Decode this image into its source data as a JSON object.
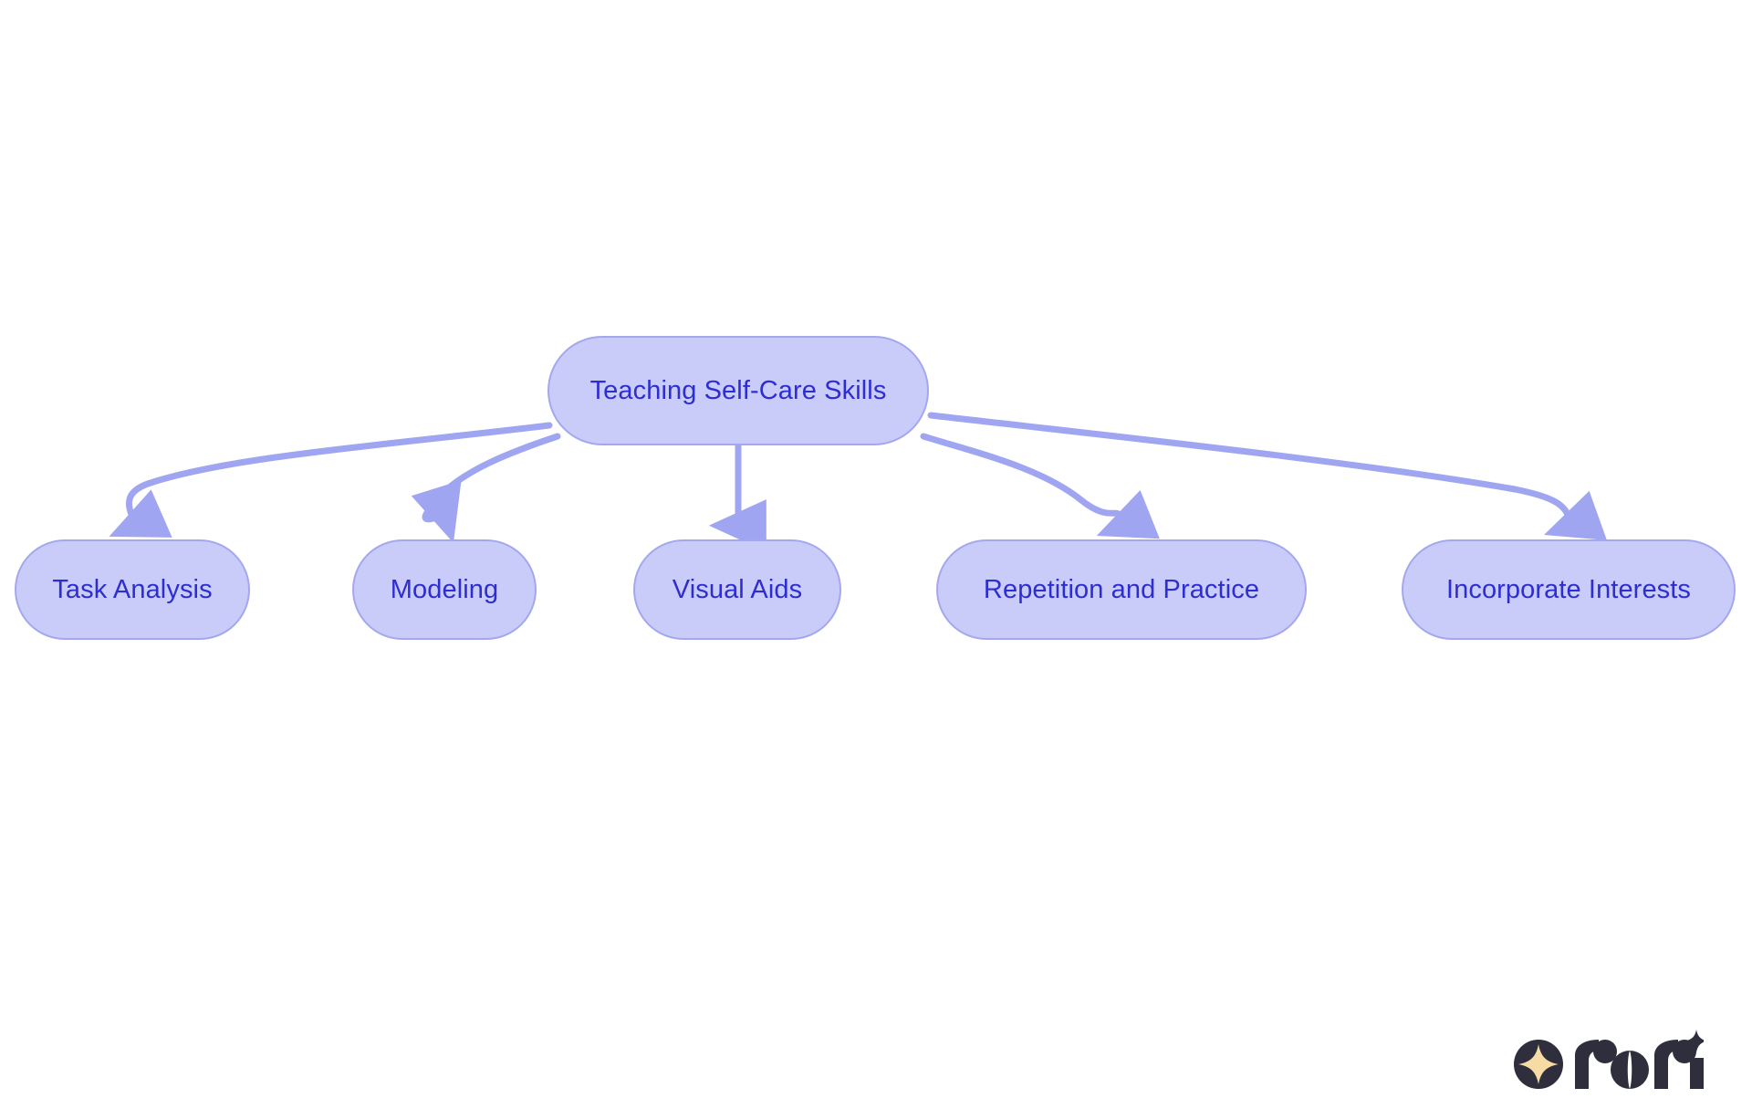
{
  "diagram": {
    "type": "flowchart",
    "orientation": "top-down",
    "background_color": "#ffffff",
    "node_fill": "#c9ccf9",
    "node_border": "#a3a8ee",
    "node_text_color": "#2d2dd2",
    "edge_color": "#9fa5f0",
    "root": {
      "id": "root",
      "label": "Teaching Self-Care Skills"
    },
    "children": [
      {
        "id": "task-analysis",
        "label": "Task Analysis"
      },
      {
        "id": "modeling",
        "label": "Modeling"
      },
      {
        "id": "visual-aids",
        "label": "Visual Aids"
      },
      {
        "id": "repetition-practice",
        "label": "Repetition and Practice"
      },
      {
        "id": "incorporate-interests",
        "label": "Incorporate Interests"
      }
    ],
    "edges": [
      {
        "from": "Teaching Self-Care Skills",
        "to": "Task Analysis",
        "style": "curved-arrow"
      },
      {
        "from": "Teaching Self-Care Skills",
        "to": "Modeling",
        "style": "curved-arrow"
      },
      {
        "from": "Teaching Self-Care Skills",
        "to": "Visual Aids",
        "style": "straight-arrow"
      },
      {
        "from": "Teaching Self-Care Skills",
        "to": "Repetition and Practice",
        "style": "curved-arrow"
      },
      {
        "from": "Teaching Self-Care Skills",
        "to": "Incorporate Interests",
        "style": "curved-arrow"
      }
    ]
  },
  "logo": {
    "wordmark": "rori",
    "mark_color": "#2e2e3c",
    "star_color": "#f7dba4"
  }
}
